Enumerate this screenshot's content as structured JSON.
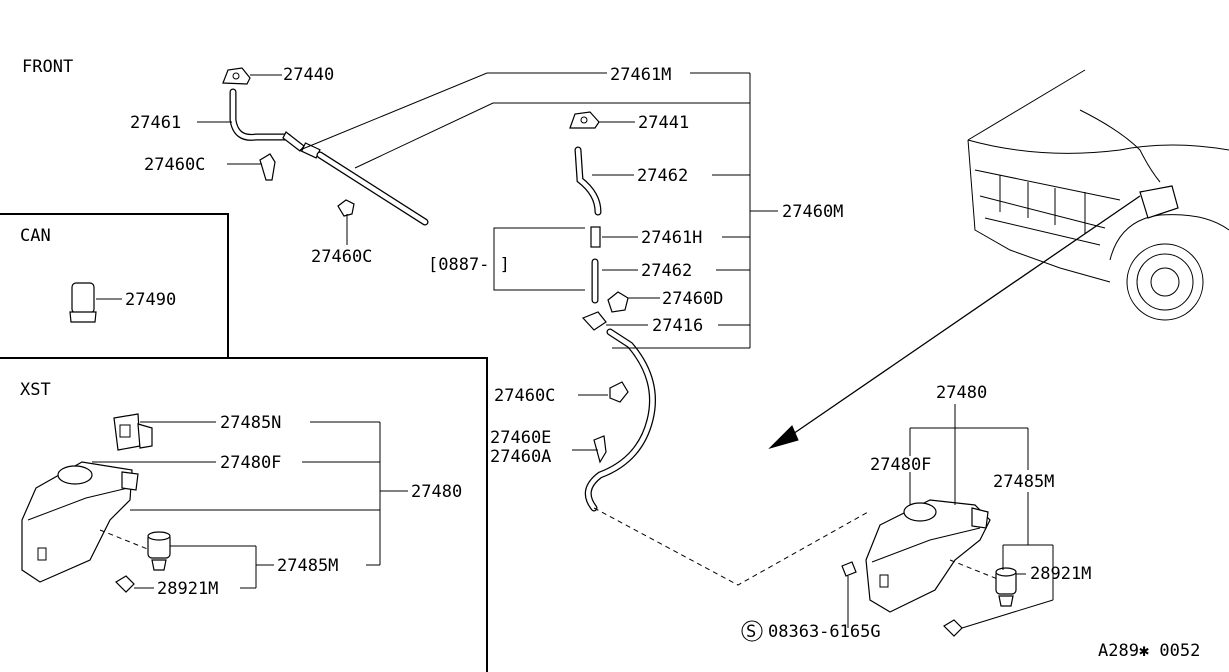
{
  "sections": {
    "front": "FRONT",
    "can": "CAN",
    "xst": "XST"
  },
  "labels": {
    "p27440": "27440",
    "p27461": "27461",
    "p27460C_a": "27460C",
    "p27460C_b": "27460C",
    "p27461M": "27461M",
    "p27441": "27441",
    "p27462_a": "27462",
    "p27460M": "27460M",
    "p27461H": "27461H",
    "date_range": "[0887-      ]",
    "p27462_b": "27462",
    "p27460D": "27460D",
    "p27416": "27416",
    "p27460C_c": "27460C",
    "p27460E": "27460E",
    "p27460A": "27460A",
    "p27490": "27490",
    "p27485N": "27485N",
    "p27480F_xst": "27480F",
    "p27480_xst": "27480",
    "p27485M_xst": "27485M",
    "p28921M_xst": "28921M",
    "p27480_main": "27480",
    "p27480F_main": "27480F",
    "p27485M_main": "27485M",
    "p28921M_main": "28921M",
    "bolt": "08363-6165G",
    "bolt_symbol": "S",
    "drawing_code": "A289✱ 0052"
  }
}
